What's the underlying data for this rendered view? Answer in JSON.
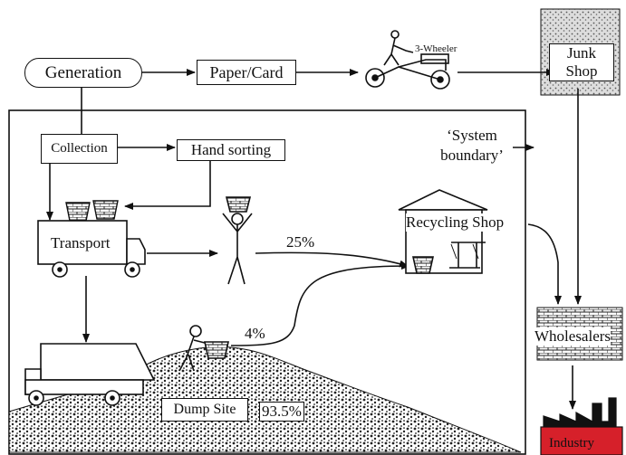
{
  "nodes": {
    "generation": "Generation",
    "paper_card": "Paper/Card",
    "three_wheeler": "3-Wheeler",
    "junk_shop": "Junk Shop",
    "collection": "Collection",
    "hand_sorting": "Hand sorting",
    "system_boundary": "‘System boundary’",
    "transport": "Transport",
    "recycling_shop": "Recycling Shop",
    "wholesalers": "Wholesalers",
    "dump_site": "Dump Site",
    "industry": "Industry"
  },
  "flows": {
    "to_recycling_shop": "25%",
    "from_dump_site": "4%",
    "dump_site_share": "93.5%"
  },
  "colors": {
    "ink": "#111111",
    "industry_fill": "#d6202a",
    "dump_texture": "#222222"
  },
  "icons": [
    "tricycle-icon",
    "waste-basket-icon",
    "worker-icon",
    "scavenger-icon",
    "truck-icon",
    "factory-icon"
  ]
}
